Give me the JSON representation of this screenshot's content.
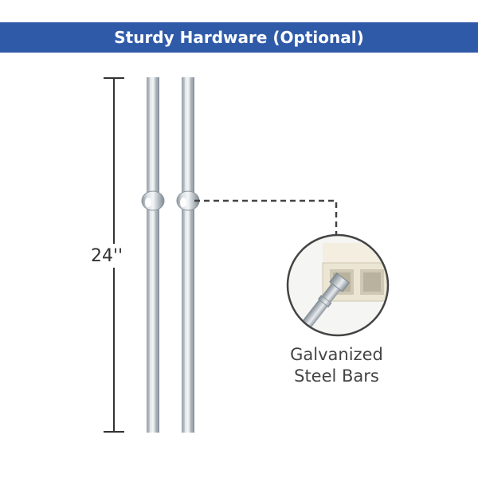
{
  "banner": {
    "title": "Sturdy Hardware (Optional)",
    "color": "#2f5aa8"
  },
  "dimension": {
    "label": "24''"
  },
  "callout": {
    "line1": "Galvanized",
    "line2": "Steel Bars"
  },
  "colors": {
    "steel_light": "#e4e8ec",
    "steel_mid": "#b3bcc4",
    "steel_dark": "#7d8890",
    "dimension_line": "#333333",
    "bracket": "#f1ecdd"
  }
}
